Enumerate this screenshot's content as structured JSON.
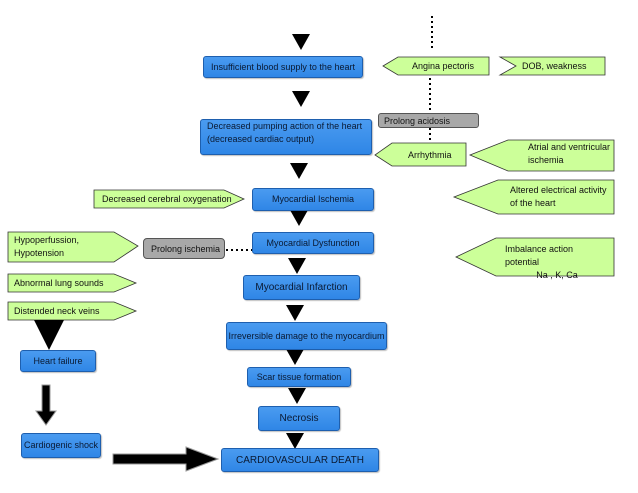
{
  "flow": {
    "insufficient": "Insufficient blood supply to the heart",
    "decreased_pumping_1": "Decreased pumping action of the heart",
    "decreased_pumping_2": "(decreased cardiac output)",
    "ischemia": "Myocardial Ischemia",
    "dysfunction": "Myocardial Dysfunction",
    "infarction": "Myocardial Infarction",
    "irreversible": "Irreversible damage to the myocardium",
    "scar": "Scar tissue formation",
    "necrosis": "Necrosis",
    "death": "CARDIOVASCULAR DEATH"
  },
  "left": {
    "heart_failure": "Heart failure",
    "cardiogenic_shock": "Cardiogenic shock"
  },
  "gray": {
    "prolong_acidosis": "Prolong acidosis",
    "prolong_ischemia": "Prolong ischemia"
  },
  "callouts": {
    "angina": "Angina pectoris",
    "dob": "DOB, weakness",
    "arrhythmia": "Arrhythmia",
    "atrial_1": "Atrial and ventricular",
    "atrial_2": "ischemia",
    "altered_1": "Altered electrical activity",
    "altered_2": "of the heart",
    "imbalance_1": "Imbalance action potential",
    "imbalance_2": "Na , K, Ca",
    "cerebral": "Decreased cerebral oxygenation",
    "hypo_1": "Hypoperfussion,",
    "hypo_2": "Hypotension",
    "lung": "Abnormal lung sounds",
    "neck": "Distended neck veins"
  },
  "colors": {
    "box_blue": "#2f86e6",
    "callout_green": "#ccff99",
    "gray_box": "#a8a8a8"
  }
}
